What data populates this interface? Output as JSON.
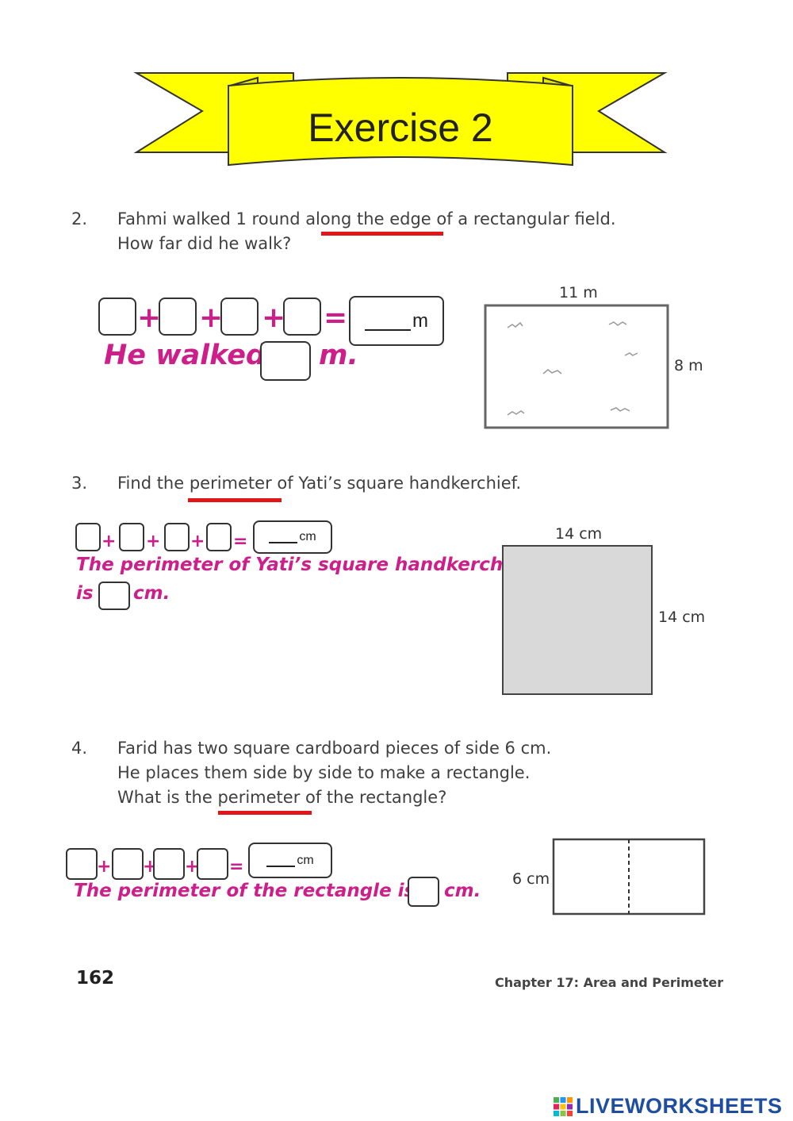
{
  "banner": {
    "title": "Exercise 2",
    "fill_color": "#ffff00"
  },
  "q2": {
    "number": "2.",
    "line1": "Fahmi walked 1 round along the edge of a rectangular field.",
    "line2": "How far did he walk?",
    "answer_unit": "m",
    "sentence_start": "He walked",
    "sentence_end": "m.",
    "width_label": "11 m",
    "height_label": "8 m"
  },
  "q3": {
    "number": "3.",
    "line1": "Find the perimeter of Yati’s square handkerchief.",
    "answer_unit": "cm",
    "sentence_line1": "The perimeter of Yati’s square handkerchief",
    "sentence_start": "is",
    "sentence_end": "cm.",
    "width_label": "14 cm",
    "height_label": "14 cm"
  },
  "q4": {
    "number": "4.",
    "line1": "Farid has two square cardboard pieces of side 6 cm.",
    "line2": "He places them side by side to make a rectangle.",
    "line3": "What is the perimeter of the rectangle?",
    "answer_unit": "cm",
    "sentence_start": "The perimeter of the rectangle is",
    "sentence_end": "cm.",
    "side_label": "6 cm"
  },
  "ops": {
    "plus": "+",
    "equals": "="
  },
  "footer": {
    "page_number": "162",
    "chapter": "Chapter 17: Area and Perimeter"
  },
  "brand": {
    "name": "LIVEWORKSHEETS"
  },
  "colors": {
    "accent_pink": "#cc1f8a",
    "underline_red": "#e0161b",
    "square_fill": "#d9d9d9"
  }
}
